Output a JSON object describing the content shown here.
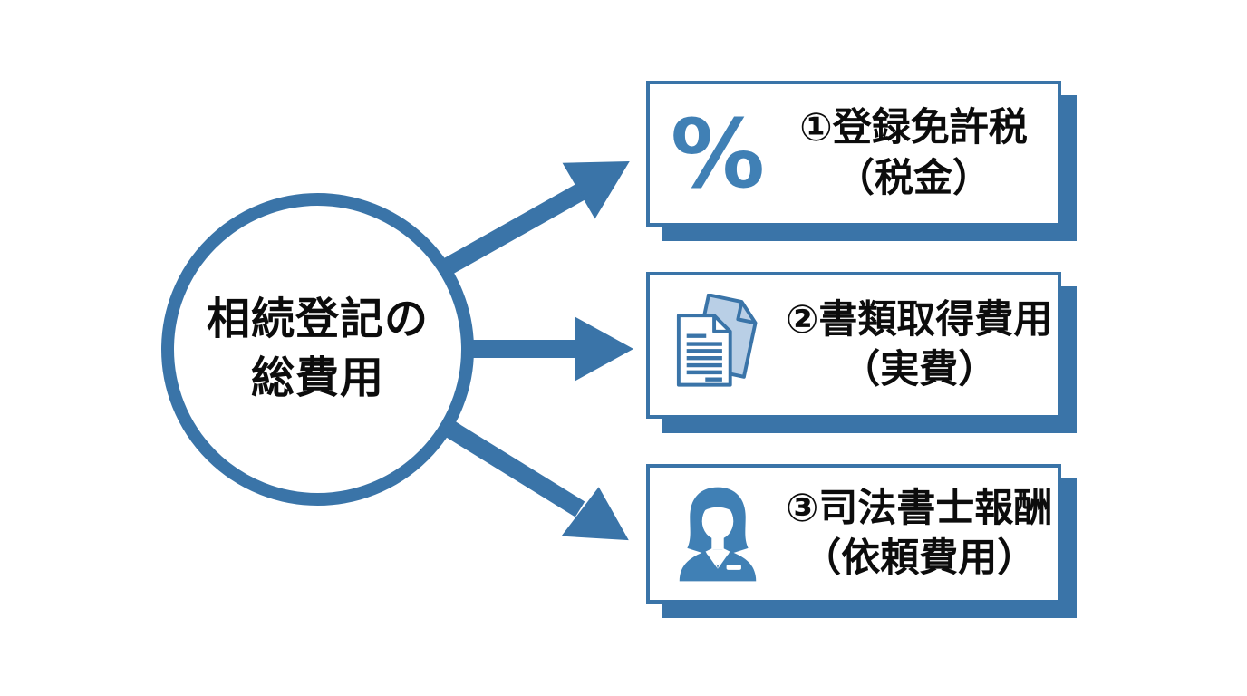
{
  "diagram": {
    "background_color": "#ffffff",
    "primary_color": "#3a74a8",
    "icon_color": "#4080b5",
    "icon_light_fill": "#b9cfe6",
    "text_color": "#0c0c0c",
    "center_circle": {
      "label_line1": "相続登記の",
      "label_line2": "総費用"
    },
    "items": [
      {
        "icon": "percent-icon",
        "title": "①登録免許税",
        "subtitle": "（税金）"
      },
      {
        "icon": "documents-icon",
        "title": "②書類取得費用",
        "subtitle": "（実費）"
      },
      {
        "icon": "person-icon",
        "title": "③司法書士報酬",
        "subtitle": "（依頼費用）"
      }
    ],
    "percent_glyph": "%"
  }
}
